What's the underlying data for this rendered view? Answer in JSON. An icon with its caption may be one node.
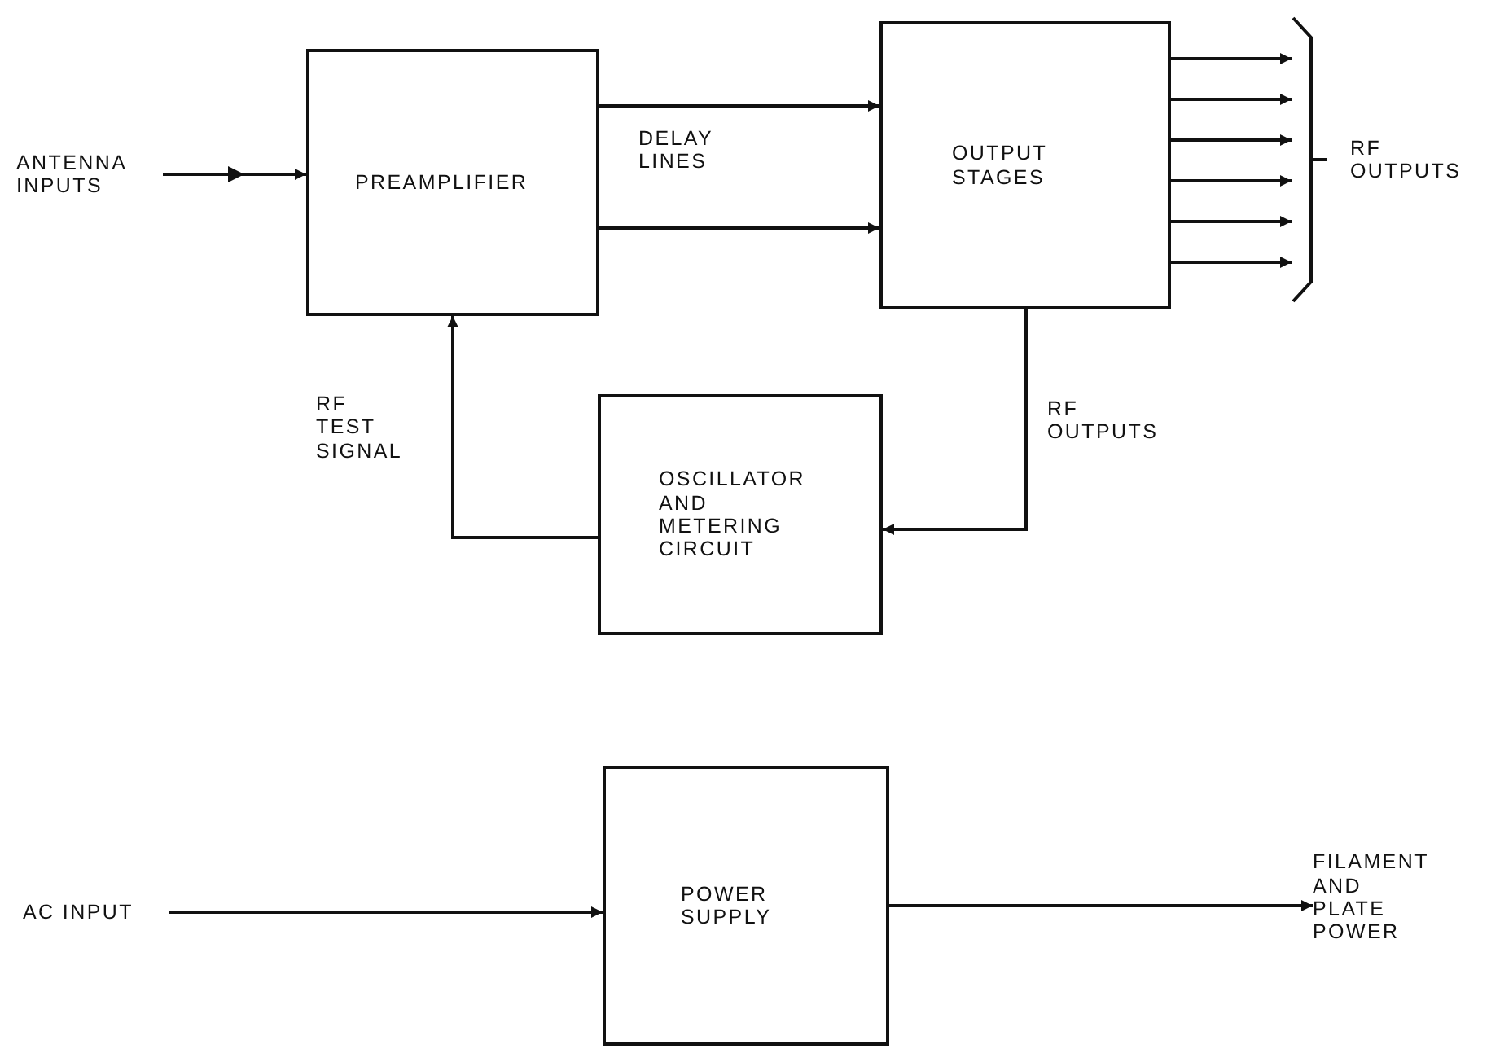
{
  "diagram": {
    "nodes": [
      {
        "text": [
          "ANTENNA INPUTS"
        ]
      },
      {
        "text": [
          "PREAMPLIFIER"
        ]
      },
      {
        "text": [
          "OUTPUT STAGES"
        ]
      },
      {
        "text": [
          "RF OUTPUTS"
        ]
      },
      {
        "text": [
          "OSCILLATOR AND METERING CIRCUIT"
        ]
      },
      {
        "text": [
          "AC INPUT"
        ]
      },
      {
        "text": [
          "POWER SUPPLY"
        ]
      },
      {
        "text": [
          "FILAMENT AND PLATE POWER"
        ]
      }
    ],
    "edges": [
      {
        "from": 0,
        "to": 1,
        "arrow": "to"
      },
      {
        "from": 1,
        "to": 2,
        "arrow": "to"
      },
      {
        "from": 1,
        "to": 2,
        "arrow": "to"
      },
      {
        "from": 2,
        "to": 3,
        "arrow": "to"
      },
      {
        "from": 2,
        "to": 3,
        "arrow": "to"
      },
      {
        "from": 2,
        "to": 3,
        "arrow": "to"
      },
      {
        "from": 2,
        "to": 3,
        "arrow": "to"
      },
      {
        "from": 2,
        "to": 3,
        "arrow": "to"
      },
      {
        "from": 2,
        "to": 3,
        "arrow": "to"
      },
      {
        "from": 2,
        "to": 4,
        "label": "RF OUTPUTS",
        "arrow": "to"
      },
      {
        "from": 4,
        "to": 1,
        "label": "RF TEST SIGNAL",
        "arrow": "to"
      },
      {
        "from": 5,
        "to": 6,
        "arrow": "to"
      },
      {
        "from": 6,
        "to": 7,
        "arrow": "to"
      }
    ],
    "labels": [
      "DELAY LINES"
    ]
  }
}
